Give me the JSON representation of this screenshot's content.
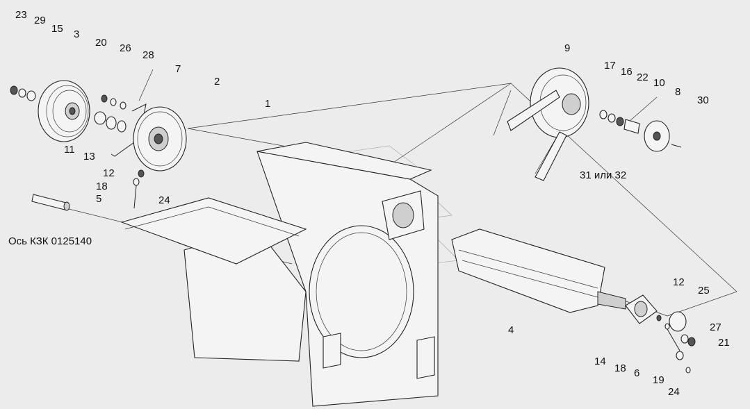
{
  "labels": {
    "l23": "23",
    "l29": "29",
    "l15": "15",
    "l3": "3",
    "l20": "20",
    "l26": "26",
    "l28": "28",
    "l7": "7",
    "l2": "2",
    "l11": "11",
    "l13": "13",
    "l12a": "12",
    "l18a": "18",
    "l5": "5",
    "l24a": "24",
    "axis": "Ось КЗК 0125140",
    "l1": "1",
    "l9": "9",
    "l17": "17",
    "l16": "16",
    "l22": "22",
    "l10": "10",
    "l8": "8",
    "l30": "30",
    "l3132": "31 или 32",
    "l4": "4",
    "l12b": "12",
    "l25": "25",
    "l27": "27",
    "l21": "21",
    "l14": "14",
    "l18b": "18",
    "l6": "6",
    "l19": "19",
    "l24b": "24"
  }
}
